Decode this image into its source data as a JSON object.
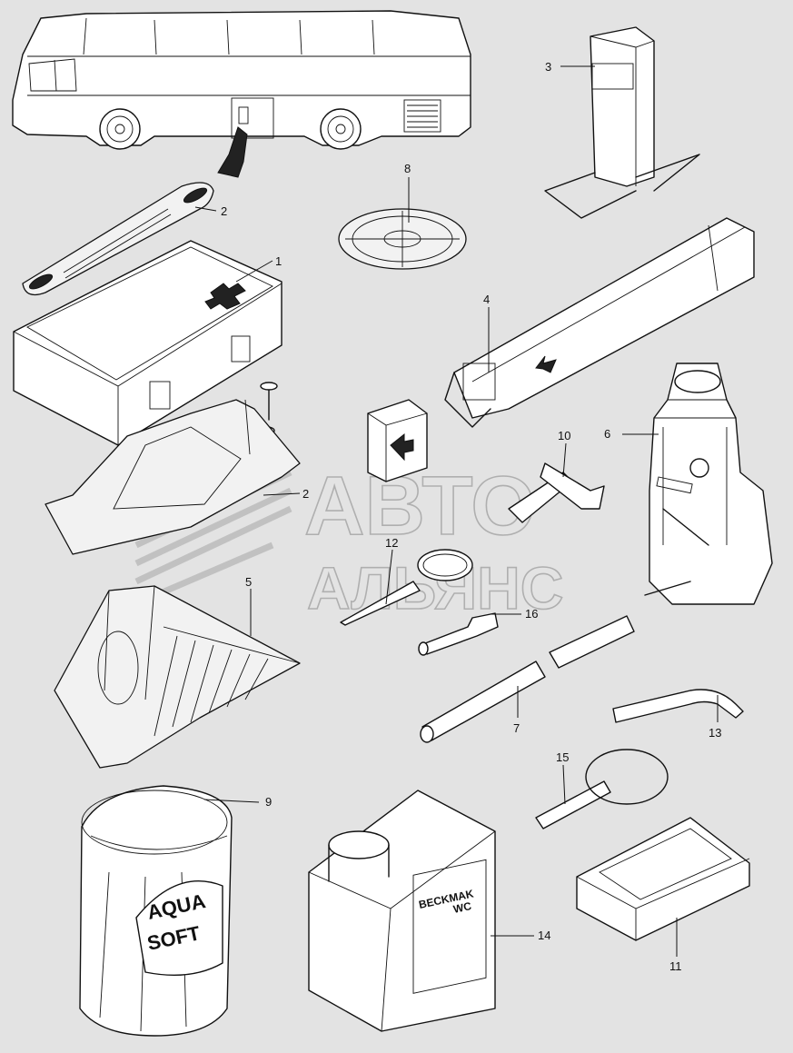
{
  "watermark": {
    "line1": "АВТО",
    "line2": "АЛЬЯНС"
  },
  "product_labels": {
    "aqua_line1": "AQUA",
    "aqua_line2": "SOFT",
    "wc_line1": "BECKMAK",
    "wc_line2": "WC"
  },
  "callouts": {
    "c1": "1",
    "c2a": "2",
    "c2b": "2",
    "c3": "3",
    "c4": "4",
    "c5": "5",
    "c6": "6",
    "c7": "7",
    "c8": "8",
    "c9": "9",
    "c10": "10",
    "c11": "11",
    "c12": "12",
    "c13": "13",
    "c14": "14",
    "c15": "15",
    "c16": "16"
  }
}
